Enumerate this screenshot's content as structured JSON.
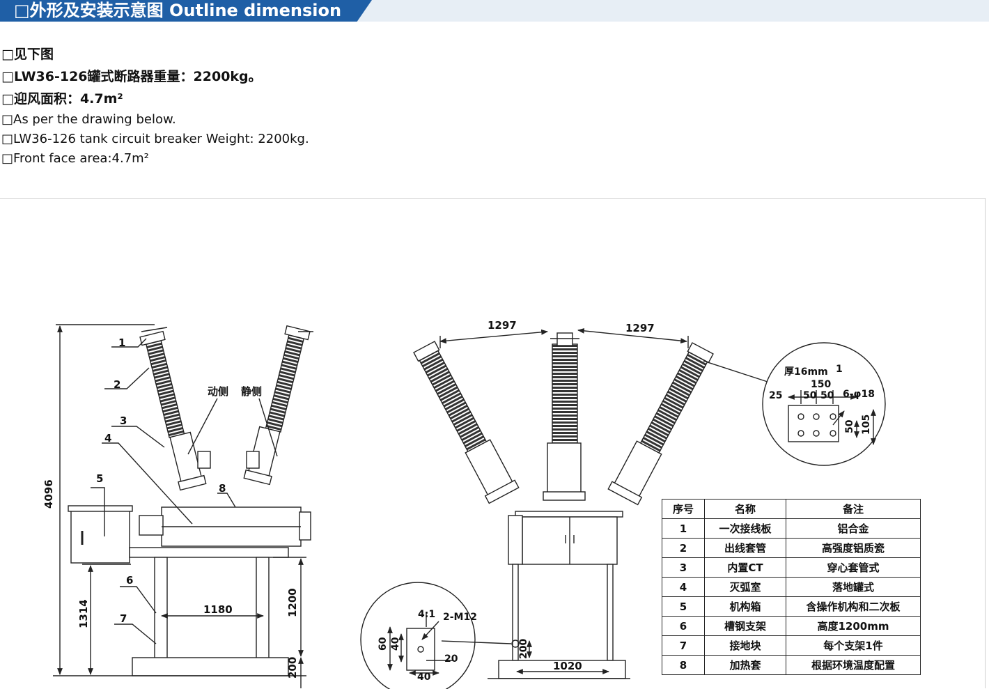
{
  "header": {
    "title": "□外形及安装示意图 Outline dimension"
  },
  "specs": [
    {
      "lang": "cn",
      "text": "□见下图"
    },
    {
      "lang": "cn",
      "text": "□LW36-126罐式断路器重量：2200kg。"
    },
    {
      "lang": "cn",
      "text": "□迎风面积：4.7m²"
    },
    {
      "lang": "en",
      "text": "□As per the drawing below."
    },
    {
      "lang": "en",
      "text": "□LW36-126 tank circuit breaker Weight: 2200kg."
    },
    {
      "lang": "en",
      "text": "□Front face area:4.7m²"
    }
  ],
  "side_view": {
    "callouts": [
      "1",
      "2",
      "3",
      "4",
      "5",
      "6",
      "7",
      "8"
    ],
    "moving_side": "动侧",
    "static_side": "静侧",
    "dim_total_height": "4096",
    "dim_lower_height": "1314",
    "dim_leg_spacing": "1180",
    "dim_frame_height": "1200",
    "dim_base": "200"
  },
  "front_view": {
    "dim_left": "1297",
    "dim_right": "1297",
    "dim_leg_spacing": "1020",
    "dim_base": "200"
  },
  "terminal_detail": {
    "thickness": "厚16mm",
    "marker": "1",
    "width": "150",
    "edge": "25",
    "spacing1": "50",
    "spacing2": "50",
    "holes": "6-φ18",
    "v1": "50",
    "v2": "105"
  },
  "ground_detail": {
    "scale": "4:1",
    "bolts": "2-M12",
    "h60": "60",
    "h40": "40",
    "w20": "20",
    "w40": "40"
  },
  "parts_table": {
    "headers": [
      "序号",
      "名称",
      "备注"
    ],
    "rows": [
      [
        "1",
        "一次接线板",
        "铝合金"
      ],
      [
        "2",
        "出线套管",
        "高强度铝质瓷"
      ],
      [
        "3",
        "内置CT",
        "穿心套管式"
      ],
      [
        "4",
        "灭弧室",
        "落地罐式"
      ],
      [
        "5",
        "机构箱",
        "含操作机构和二次板"
      ],
      [
        "6",
        "槽钢支架",
        "高度1200mm"
      ],
      [
        "7",
        "接地块",
        "每个支架1件"
      ],
      [
        "8",
        "加热套",
        "根据环境温度配置"
      ]
    ]
  },
  "colors": {
    "header_blue": "#1f5fa6",
    "header_light": "#e7eef5",
    "line": "#222222"
  }
}
